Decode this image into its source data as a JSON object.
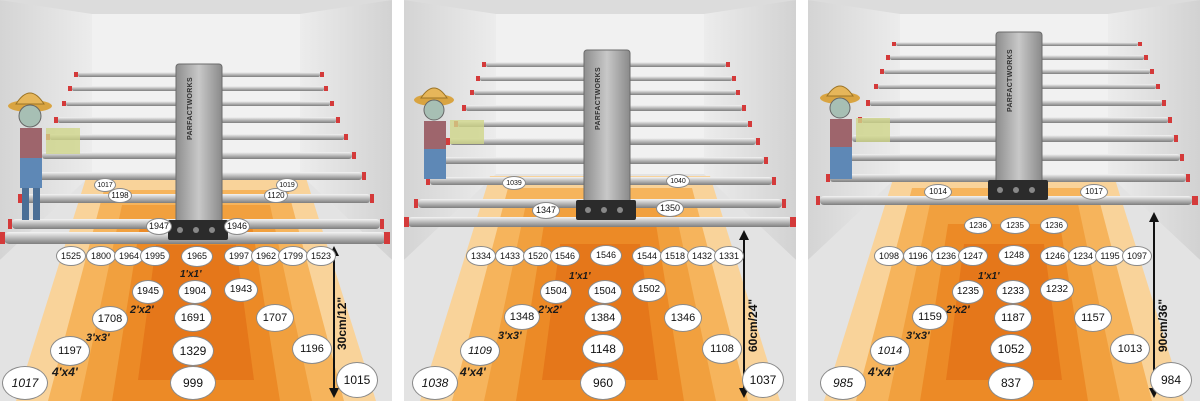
{
  "brand": "PARFACTWORKS",
  "colors": {
    "floor_outer": "#f7c37a",
    "floor_mid": "#f4a64a",
    "floor_inner": "#ee8b25",
    "floor_center": "#e8761a",
    "bar_red_tip": "#d43a3a",
    "wall": "#e9e9e9"
  },
  "panels": [
    {
      "height_label": "30cm/12\"",
      "rings": {
        "r1": "1'x1'",
        "r2": "2'x2'",
        "r3": "3'x3'",
        "r4": "4'x4'"
      },
      "top_readings": [
        "1017",
        "1198",
        "1120",
        "1019",
        "1947",
        "1946"
      ],
      "row": [
        "1525",
        "1800",
        "1964",
        "1995",
        "1965",
        "1997",
        "1962",
        "1799",
        "1523"
      ],
      "inner": [
        "1945",
        "1904",
        "1943"
      ],
      "mid": [
        "1708",
        "1691",
        "1707"
      ],
      "outer": [
        "1197",
        "1329",
        "1196"
      ],
      "corner": [
        "1017",
        "999",
        "1015"
      ]
    },
    {
      "height_label": "60cm/24\"",
      "rings": {
        "r1": "1'x1'",
        "r2": "2'x2'",
        "r3": "3'x3'",
        "r4": "4'x4'"
      },
      "top_readings": [
        "1039",
        "1040",
        "1347",
        "1350"
      ],
      "row": [
        "1334",
        "1433",
        "1520",
        "1546",
        "1546",
        "1544",
        "1518",
        "1432",
        "1331"
      ],
      "inner": [
        "1504",
        "1504",
        "1502"
      ],
      "mid": [
        "1348",
        "1384",
        "1346"
      ],
      "outer": [
        "1109",
        "1148",
        "1108"
      ],
      "corner": [
        "1038",
        "960",
        "1037"
      ]
    },
    {
      "height_label": "90cm/36\"",
      "rings": {
        "r1": "1'x1'",
        "r2": "2'x2'",
        "r3": "3'x3'",
        "r4": "4'x4'"
      },
      "top_readings": [
        "1014",
        "1017",
        "1236",
        "1235",
        "1236"
      ],
      "row": [
        "1098",
        "1196",
        "1236",
        "1247",
        "1248",
        "1246",
        "1234",
        "1195",
        "1097"
      ],
      "inner": [
        "1235",
        "1233",
        "1232"
      ],
      "mid": [
        "1159",
        "1187",
        "1157"
      ],
      "outer": [
        "1014",
        "1052",
        "1013"
      ],
      "corner": [
        "985",
        "837",
        "984"
      ]
    }
  ]
}
